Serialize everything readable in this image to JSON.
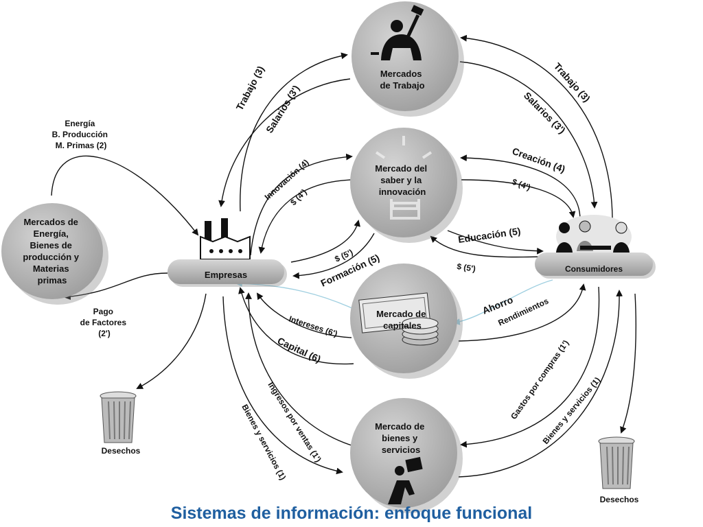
{
  "title": "Sistemas de información: enfoque funcional",
  "nodes": {
    "trabajo": [
      "Mercados",
      "de Trabajo"
    ],
    "saber": [
      "Mercado del",
      "saber y la",
      "innovación"
    ],
    "capitales": [
      "Mercado de",
      "capitales"
    ],
    "bienes": [
      "Mercado de",
      "bienes y",
      "servicios"
    ],
    "energia": [
      "Mercados de",
      "Energía,",
      "Bienes de",
      "producción y",
      "Materias",
      "primas"
    ],
    "empresas": "Empresas",
    "consumidores": "Consumidores"
  },
  "labels": {
    "trabajo_left": "Trabajo (3)",
    "salarios_left": "Salarios (3')",
    "trabajo_right": "Trabajo (3)",
    "salarios_right": "Salarios (3')",
    "innovacion": "Innovación (4)",
    "dinero_4_left": "$ (4')",
    "creacion": "Creación (4)",
    "dinero_4_right": "$ (4')",
    "dinero_5_left": "$ (5')",
    "formacion": "Formación (5)",
    "educacion": "Educación (5)",
    "dinero_5_right": "$ (5')",
    "intereses": "Intereses (6')",
    "capital": "Capital (6)",
    "ahorro": "Ahorro",
    "rendimientos": "Rendimientos",
    "ingresos": "Ingresos por ventas (1')",
    "bienes_left": "Bienes y servicios (1)",
    "gastos": "Gastos por compras (1')",
    "bienes_right": "Bienes y servicios (1)",
    "energia_in": [
      "Energía",
      "B. Producción",
      "M. Primas (2)"
    ],
    "pago": [
      "Pago",
      "de Factores",
      "(2')"
    ],
    "desechos_left": "Desechos",
    "desechos_right": "Desechos"
  }
}
